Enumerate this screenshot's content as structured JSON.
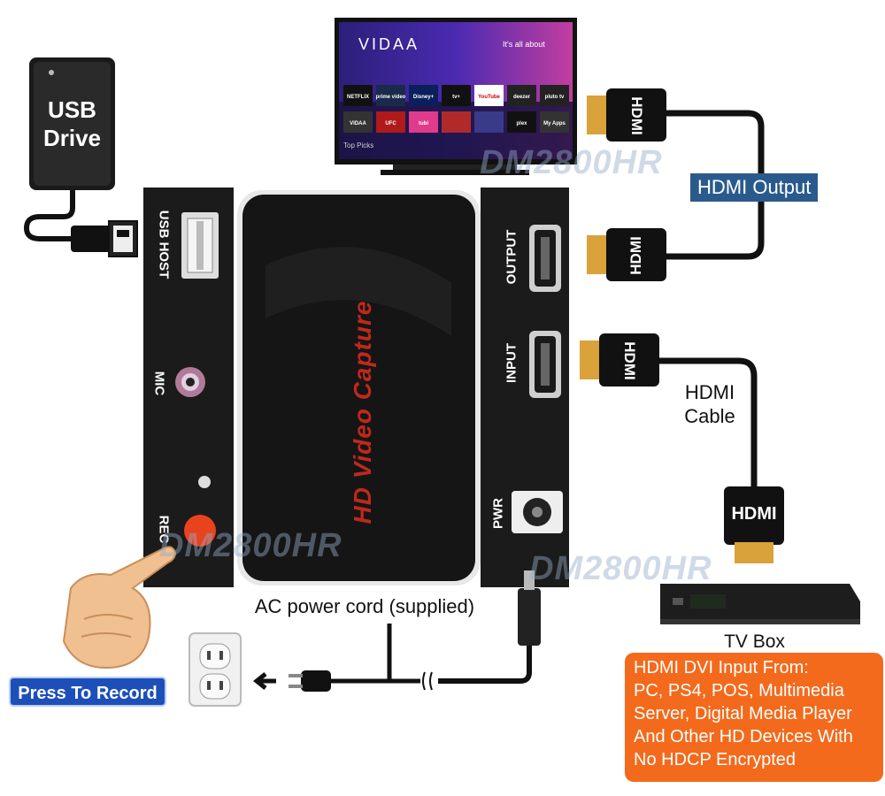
{
  "usb_drive": {
    "label_line1": "USB",
    "label_line2": "Drive"
  },
  "tv": {
    "brand": "VIDAA",
    "tagline": "It's all about",
    "apps": [
      "NETFLIX",
      "prime video",
      "Disney+",
      "tv+",
      "YouTube",
      "deezer",
      "pluto tv",
      "VIDAA",
      "UFC",
      "tubi",
      "",
      "",
      "plex",
      "My Apps"
    ],
    "section_label": "Top Picks"
  },
  "device": {
    "title": "HD Video Capture",
    "ports_left": {
      "usb_host": "USB HOST",
      "mic": "MIC",
      "rec": "REC"
    },
    "ports_right": {
      "output": "OUTPUT",
      "input": "INPUT",
      "pwr": "PWR"
    }
  },
  "cables": {
    "hdmi_plug_text": "HDMI"
  },
  "labels": {
    "hdmi_output": "HDMI Output",
    "hdmi_cable_line1": "HDMI",
    "hdmi_cable_line2": "Cable",
    "ac_power": "AC power cord (supplied)",
    "tv_box": "TV Box",
    "press_to_record": "Press To Record"
  },
  "info_box": {
    "lines": [
      "HDMI DVI Input From:",
      "PC, PS4, POS, Multimedia",
      "Server, Digital Media Player",
      "And Other HD Devices With",
      "No HDCP Encrypted"
    ]
  },
  "watermark": "DM2800HR",
  "colors": {
    "label_blue": "#2a5a8c",
    "info_orange": "#f36a1c",
    "rec_red": "#e8421e",
    "device_black": "#1b1b1b",
    "title_red": "#c0281c"
  }
}
